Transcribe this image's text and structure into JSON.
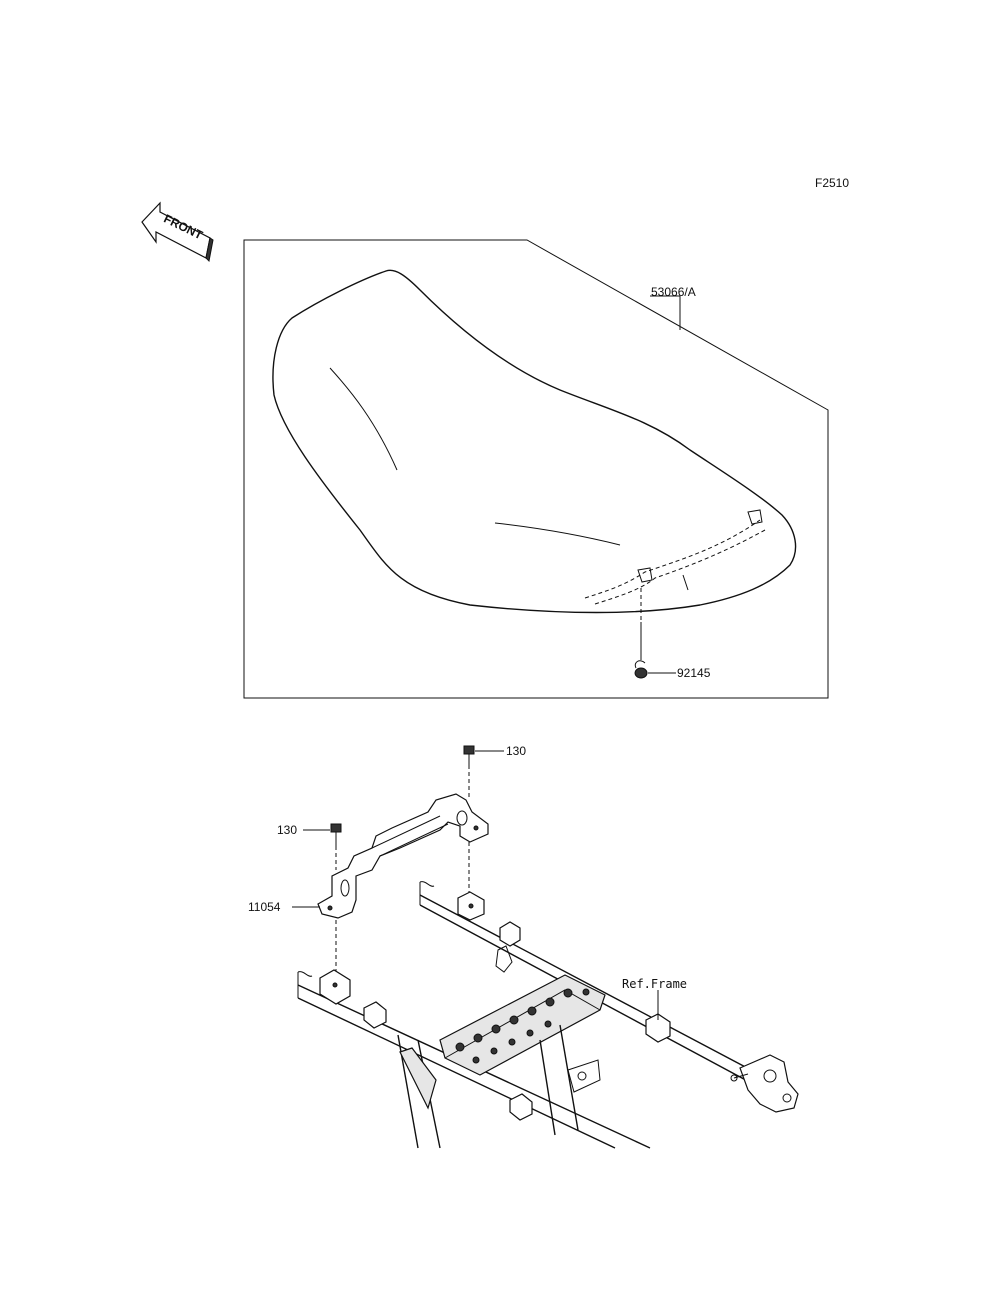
{
  "figure_code": "F2510",
  "front_label": "FRONT",
  "parts": {
    "seat": "53066/A",
    "clip": "92145",
    "bolt_right": "130",
    "bolt_left": "130",
    "bracket": "11054",
    "frame_ref": "Ref.Frame"
  }
}
